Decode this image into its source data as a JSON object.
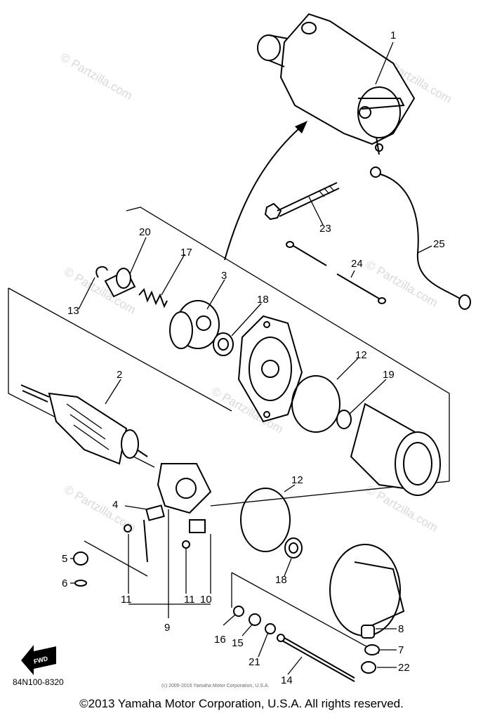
{
  "watermarks": [
    "© Partzilla.com",
    "© Partzilla.com",
    "© Partzilla.com",
    "© Partzilla.com",
    "© Partzilla.com",
    "© Partzilla.com",
    "© Partzilla.com"
  ],
  "callouts": {
    "c1": "1",
    "c2": "2",
    "c3": "3",
    "c4": "4",
    "c5": "5",
    "c6": "6",
    "c7": "7",
    "c8": "8",
    "c9": "9",
    "c10": "10",
    "c11a": "11",
    "c11b": "11",
    "c12a": "12",
    "c12b": "12",
    "c13": "13",
    "c14": "14",
    "c15": "15",
    "c16": "16",
    "c17": "17",
    "c18a": "18",
    "c18b": "18",
    "c19": "19",
    "c20": "20",
    "c21": "21",
    "c22": "22",
    "c23": "23",
    "c24": "24",
    "c25": "25"
  },
  "forward_label": "FWD",
  "diagram_code": "84N100-8320",
  "small_copyright": "(c) 2005-2016 Yamaha Motor Corporation, U.S.A.",
  "footer_copyright": "©2013 Yamaha Motor Corporation, U.S.A. All rights reserved."
}
